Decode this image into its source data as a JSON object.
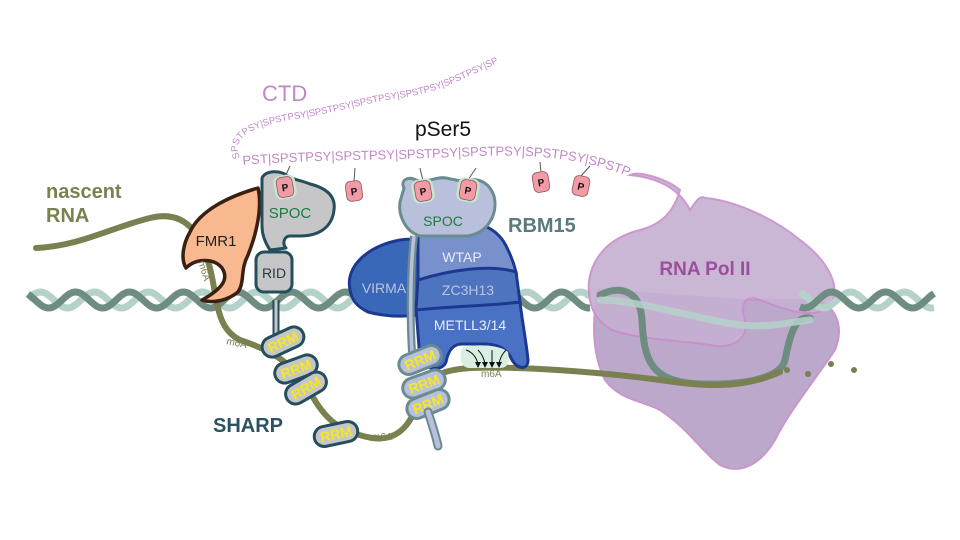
{
  "labels": {
    "nascent_rna_line1": "nascent",
    "nascent_rna_line2": "RNA",
    "ctd": "CTD",
    "pser5": "pSer5",
    "rbm15": "RBM15",
    "sharp": "SHARP",
    "rna_pol_ii": "RNA Pol II",
    "fmr1": "FMR1",
    "spoc_sharp": "SPOC",
    "spoc_rbm15": "SPOC",
    "rid": "RID",
    "virma": "VIRMA",
    "wtap": "WTAP",
    "zc3h13": "ZC3H13",
    "metll": "METLL3/14",
    "m6a": "m6A",
    "rrm": "RRM",
    "phospho": "P"
  },
  "ctd_sequence": {
    "upper_strand": "SPSTPSY|SPSTPSY|SPSTPSY|SPSTPSY|SPSTPSY|SPSTPSY|SPST",
    "lower_strand": "PST|SPSTPSY|SPSTPSY|SPSTPSY|SPSTPSY|SPSTPSY|SPSTPSY"
  },
  "colors": {
    "rna": "#7a8050",
    "dna_dark": "#6e8c80",
    "dna_light": "#b4d2ca",
    "ctd_text": "#c088c8",
    "pol2_fill": "#c0a8cc",
    "pol2_stroke": "#c890cc",
    "pol2_label": "#9c4e9c",
    "sharp_fill": "#c6c6c8",
    "sharp_stroke": "#244e5c",
    "sharp_label": "#2a5260",
    "spoc_text": "#1e7a40",
    "fmr1_fill": "#f8b890",
    "fmr1_stroke": "#3a2010",
    "rbm15_fill": "#b8c0dc",
    "rbm15_stroke": "#6a8c90",
    "rbm15_label": "#5a7a80",
    "virma_fill": "#3a68b8",
    "wtap_fill": "#7890cc",
    "zc3h13_fill": "#4e74c0",
    "metll_fill": "#4a72c4",
    "complex_stroke": "#1c3890",
    "rrm_text": "#f4e820",
    "phospho_fill": "#f29aa6",
    "phospho_ring": "#c8e4cc"
  }
}
